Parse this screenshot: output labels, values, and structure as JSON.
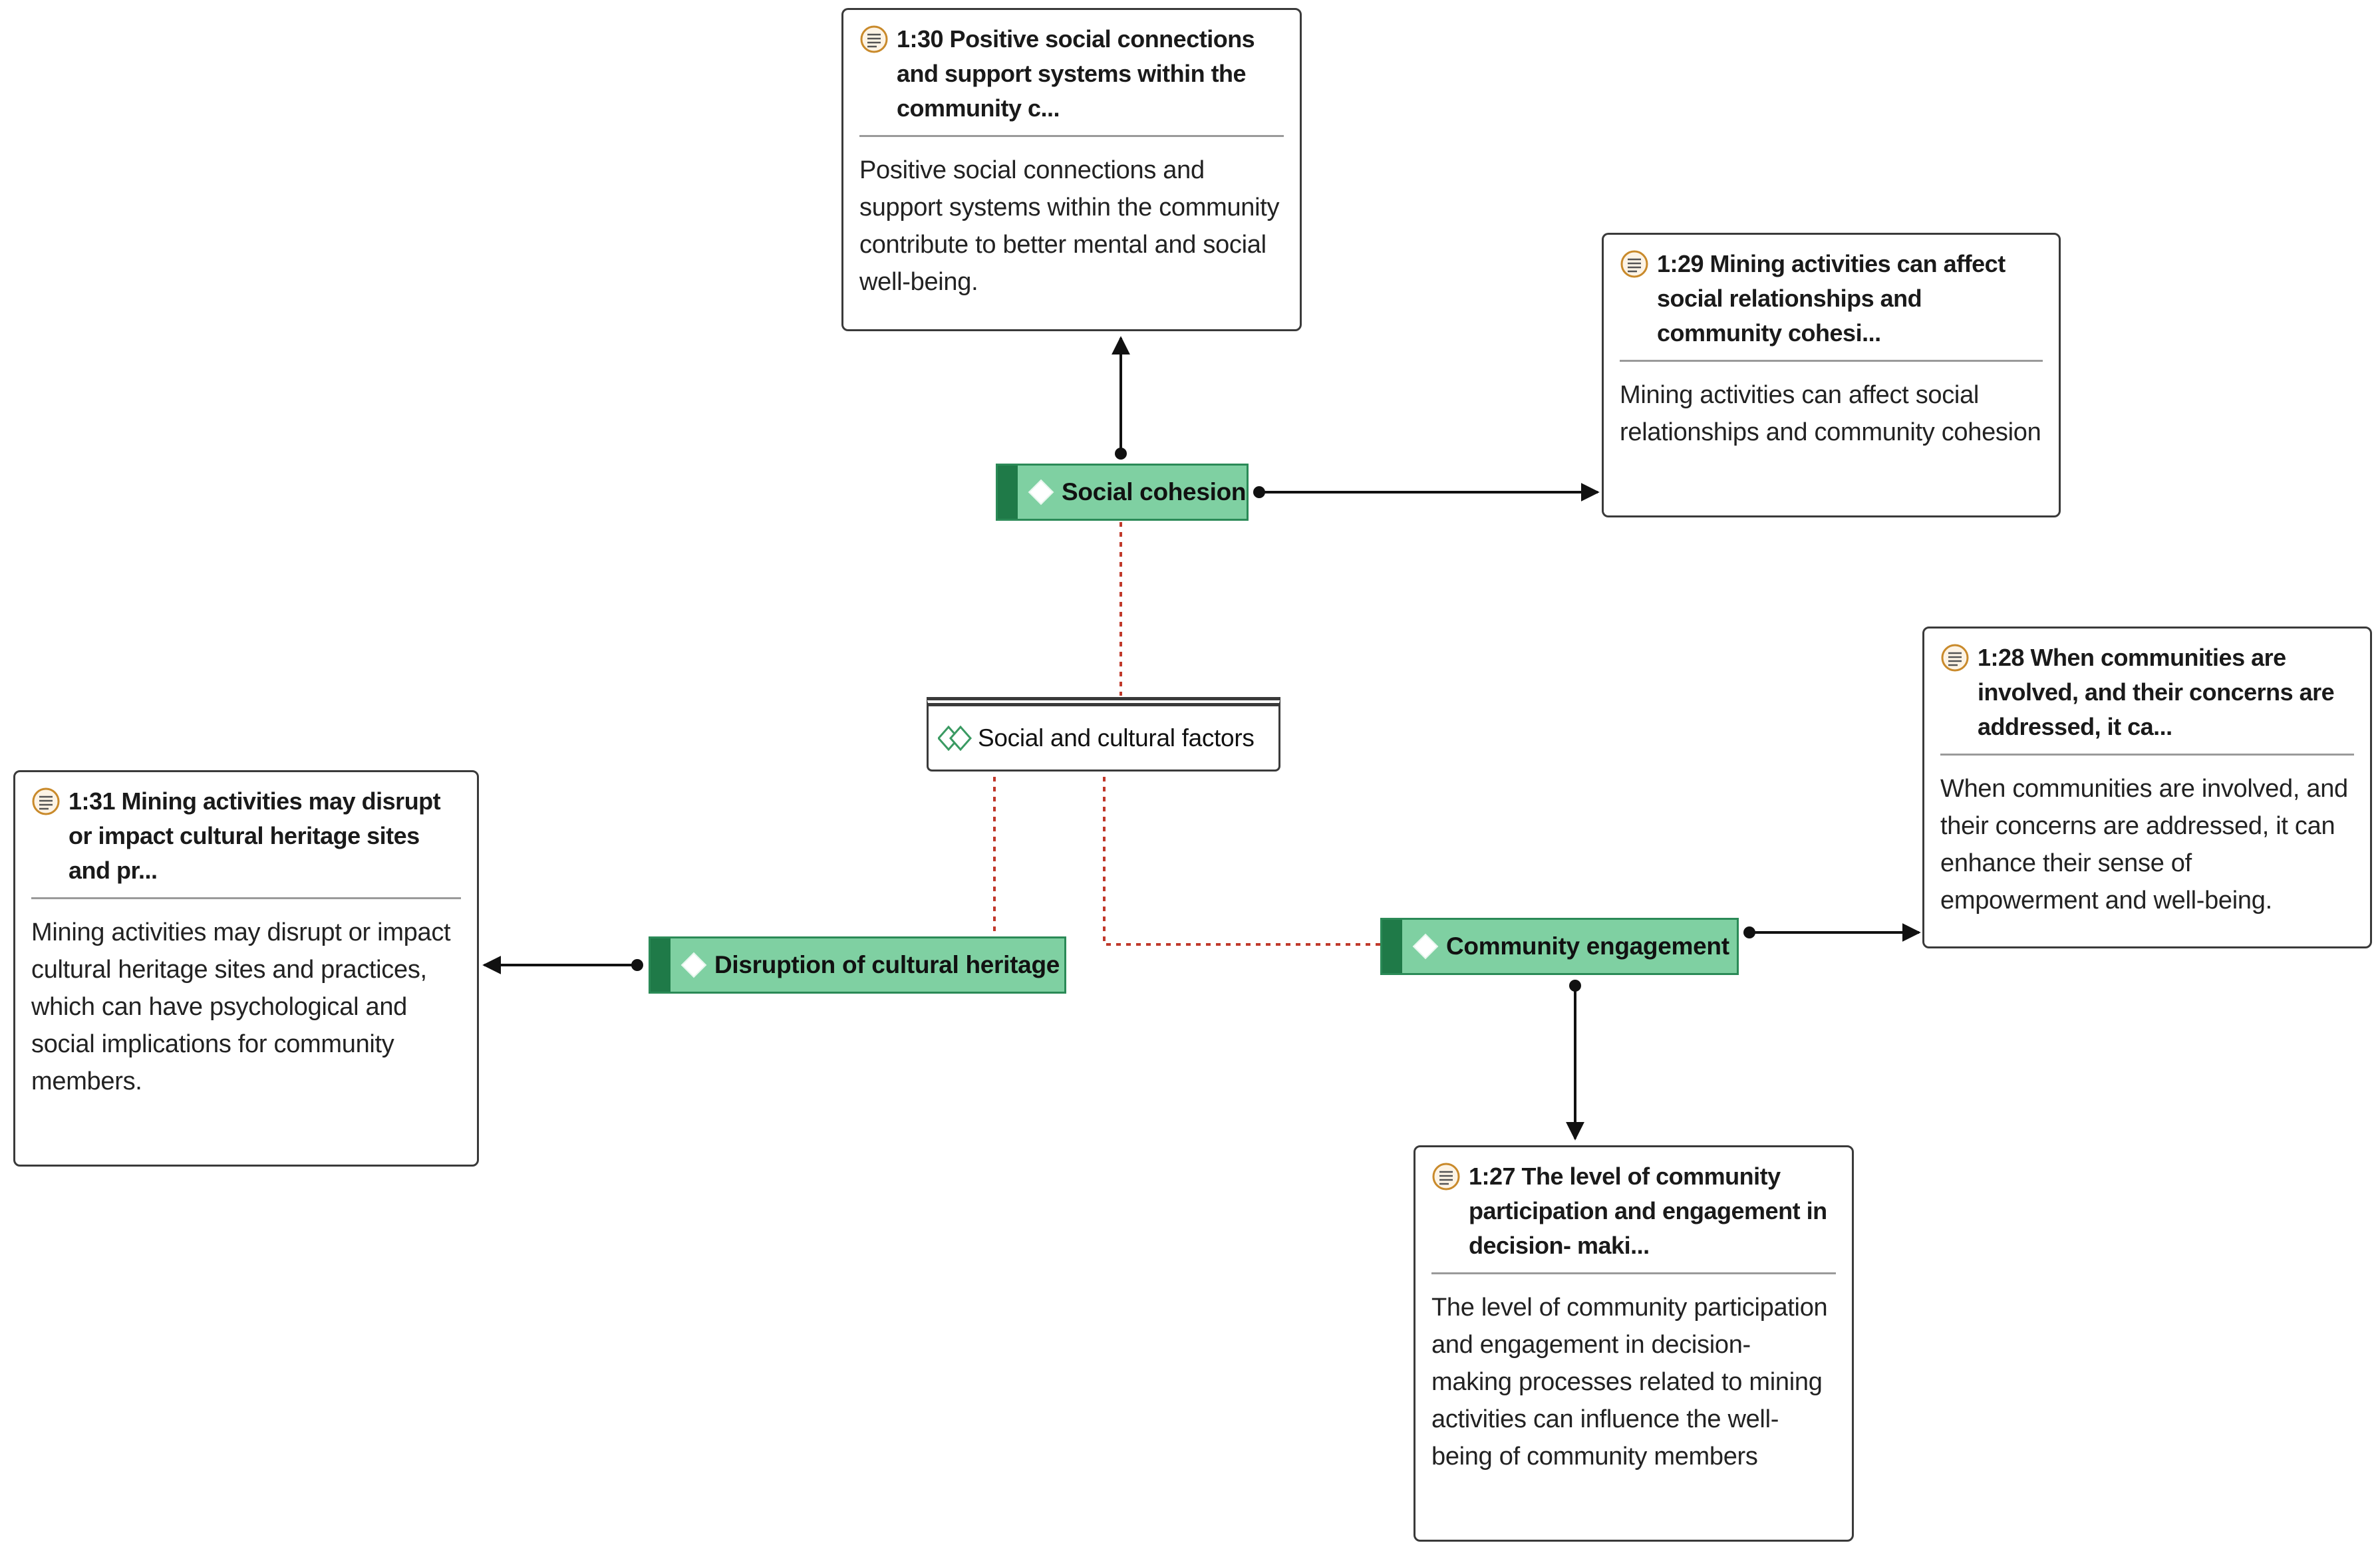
{
  "diagram": {
    "group": {
      "label": "Social and cultural factors",
      "icon": "code-group-icon"
    },
    "codes": {
      "social_cohesion": {
        "label": "Social cohesion",
        "icon": "code-diamond-icon"
      },
      "disruption": {
        "label": "Disruption of cultural heritage",
        "icon": "code-diamond-icon"
      },
      "community_engagement": {
        "label": "Community engagement",
        "icon": "code-diamond-icon"
      }
    },
    "quotes": {
      "q130": {
        "title": "1:30 Positive social connections and support systems within the community c...",
        "body": "Positive social connections and support systems within the community contribute to better mental and social well-being.",
        "icon": "quotation-icon"
      },
      "q129": {
        "title": "1:29 Mining activities can affect social relationships and community cohesi...",
        "body": "Mining activities can affect social relationships and community cohesion",
        "icon": "quotation-icon"
      },
      "q128": {
        "title": "1:28 When communities are involved, and their concerns are addressed, it ca...",
        "body": "When communities are involved, and their concerns are addressed, it can enhance  their sense of empowerment and well-being.",
        "icon": "quotation-icon"
      },
      "q131": {
        "title": "1:31 Mining activities may disrupt or impact cultural heritage sites and pr...",
        "body": "Mining activities may disrupt or impact cultural heritage sites and practices,  which can have psychological and social implications for community members.",
        "icon": "quotation-icon"
      },
      "q127": {
        "title": "1:27 The level of community participation and engagement in decision-  maki...",
        "body": "The level of community participation and engagement in decision-  making processes related to mining activities can influence the well-being of community  members",
        "icon": "quotation-icon"
      }
    },
    "colors": {
      "code_fill": "#7fd0a2",
      "code_border": "#2b8a57",
      "code_strip": "#1f7a48",
      "group_link": "#c0392b",
      "arrow": "#111111",
      "quote_icon": "#c98a2b"
    }
  }
}
